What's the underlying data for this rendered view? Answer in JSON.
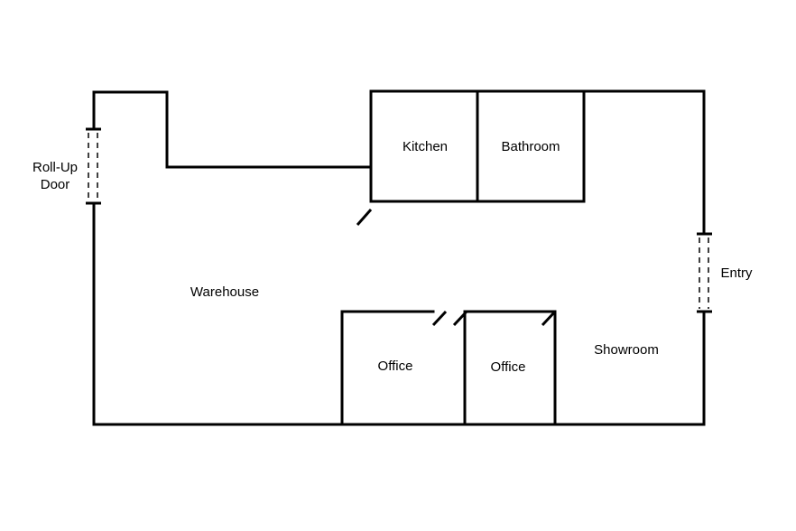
{
  "floorplan": {
    "rooms": {
      "kitchen": "Kitchen",
      "bathroom": "Bathroom",
      "warehouse": "Warehouse",
      "office_left": "Office",
      "office_right": "Office",
      "showroom": "Showroom"
    },
    "openings": {
      "roll_up_door_line1": "Roll-Up",
      "roll_up_door_line2": "Door",
      "entry": "Entry"
    }
  }
}
